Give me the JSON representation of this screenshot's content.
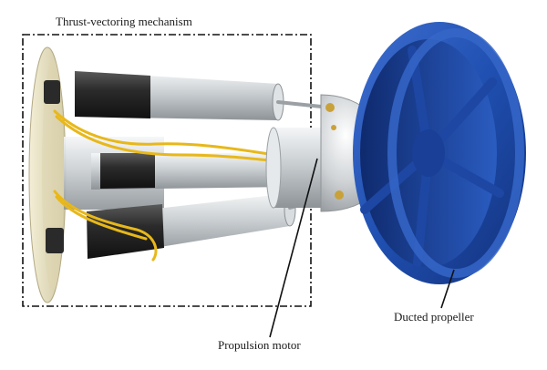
{
  "labels": {
    "thrust_vectoring": "Thrust-vectoring mechanism",
    "propulsion_motor": "Propulsion motor",
    "ducted_propeller": "Ducted propeller"
  },
  "colors": {
    "duct_blue": "#1f4fb0",
    "cable_yellow": "#e8b81a",
    "plate_cream": "#e9e2c4",
    "metal_silver": "#c7cccf",
    "motor_black": "#2a2a2a",
    "brass": "#c9a13a"
  }
}
